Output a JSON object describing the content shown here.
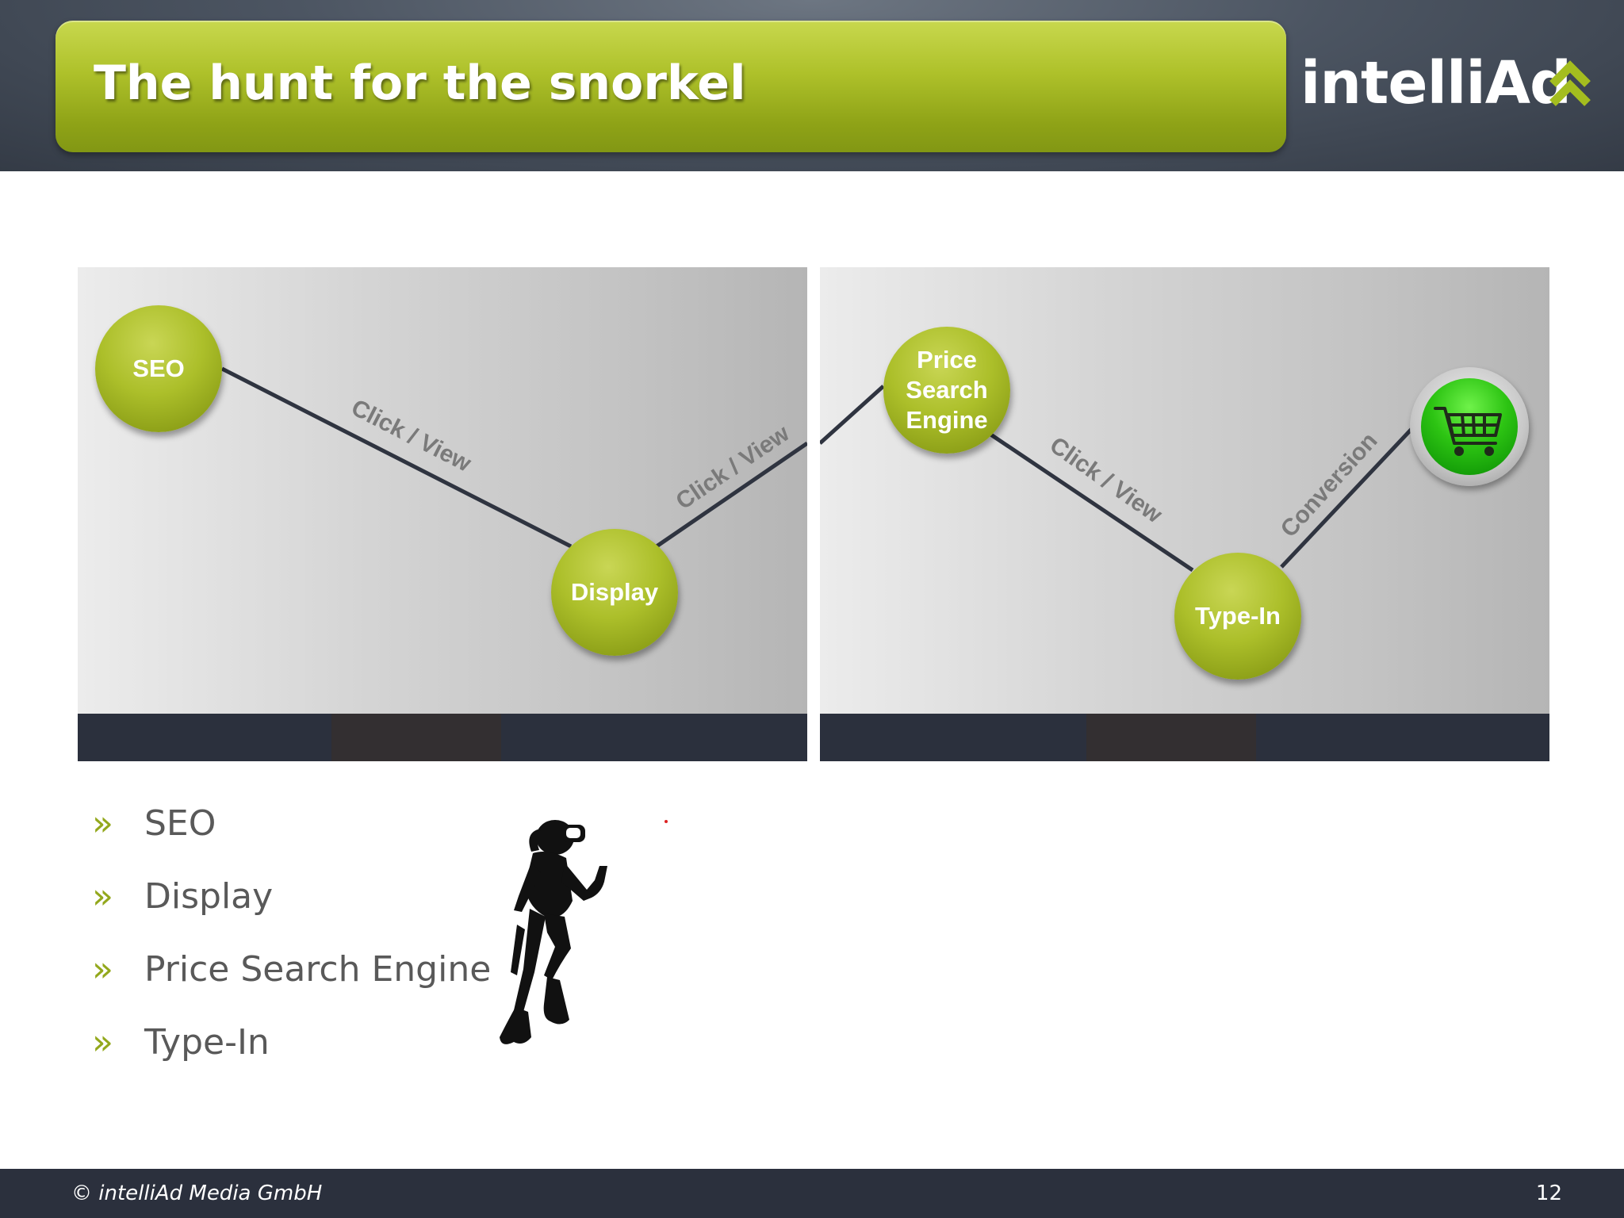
{
  "slide": {
    "title": "The hunt for the snorkel",
    "logo_text": "intelliAd"
  },
  "diagram": {
    "left_panel": {
      "nodes": [
        "SEO",
        "Display"
      ],
      "edge_labels": [
        "Click / View",
        "Click / View"
      ]
    },
    "right_panel": {
      "nodes": [
        "Price\nSearch\nEngine",
        "Type-In"
      ],
      "edge_labels": [
        "Click / View",
        "Conversion"
      ],
      "goal_icon": "shopping-cart-icon"
    },
    "colors": {
      "node_green": "#acbf2a",
      "cart_green": "#2dc413",
      "edge_line": "#2f3440",
      "edge_label": "#7a7a7a"
    }
  },
  "bullets": [
    "SEO",
    "Display",
    "Price Search Engine",
    "Type-In"
  ],
  "bullet_marker": "»",
  "illustration": "diver-silhouette",
  "footer": {
    "copyright": "© intelliAd Media GmbH",
    "page_number": "12"
  }
}
